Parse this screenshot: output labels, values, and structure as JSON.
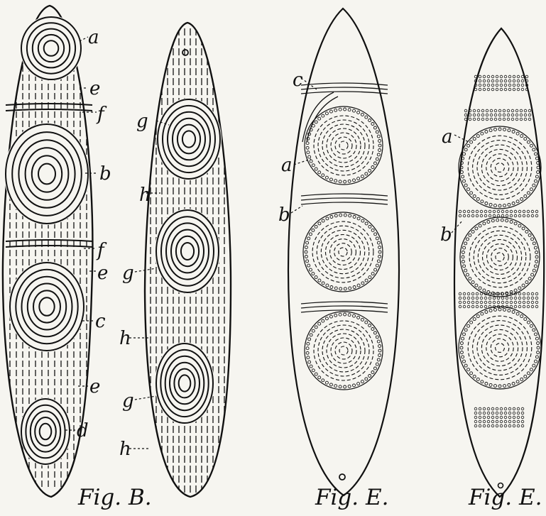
{
  "captions": {
    "fig1": "Fig. B.",
    "fig3": "Fig. E.",
    "fig4": "Fig. E."
  },
  "labels": {
    "f1": {
      "a": "a",
      "e1": "e",
      "f1": "f",
      "b": "b",
      "f2": "f",
      "e2": "e",
      "c": "c",
      "e3": "e",
      "d": "d"
    },
    "f2": {
      "g1": "g",
      "h1": "h",
      "g2": "g",
      "h2": "h",
      "g3": "g",
      "h3": "h"
    },
    "f3": {
      "c": "c",
      "a": "a",
      "b": "b"
    },
    "f4": {
      "a": "a",
      "b": "b"
    }
  },
  "colors": {
    "ink": "#111111",
    "paper": "#f6f5f0"
  }
}
